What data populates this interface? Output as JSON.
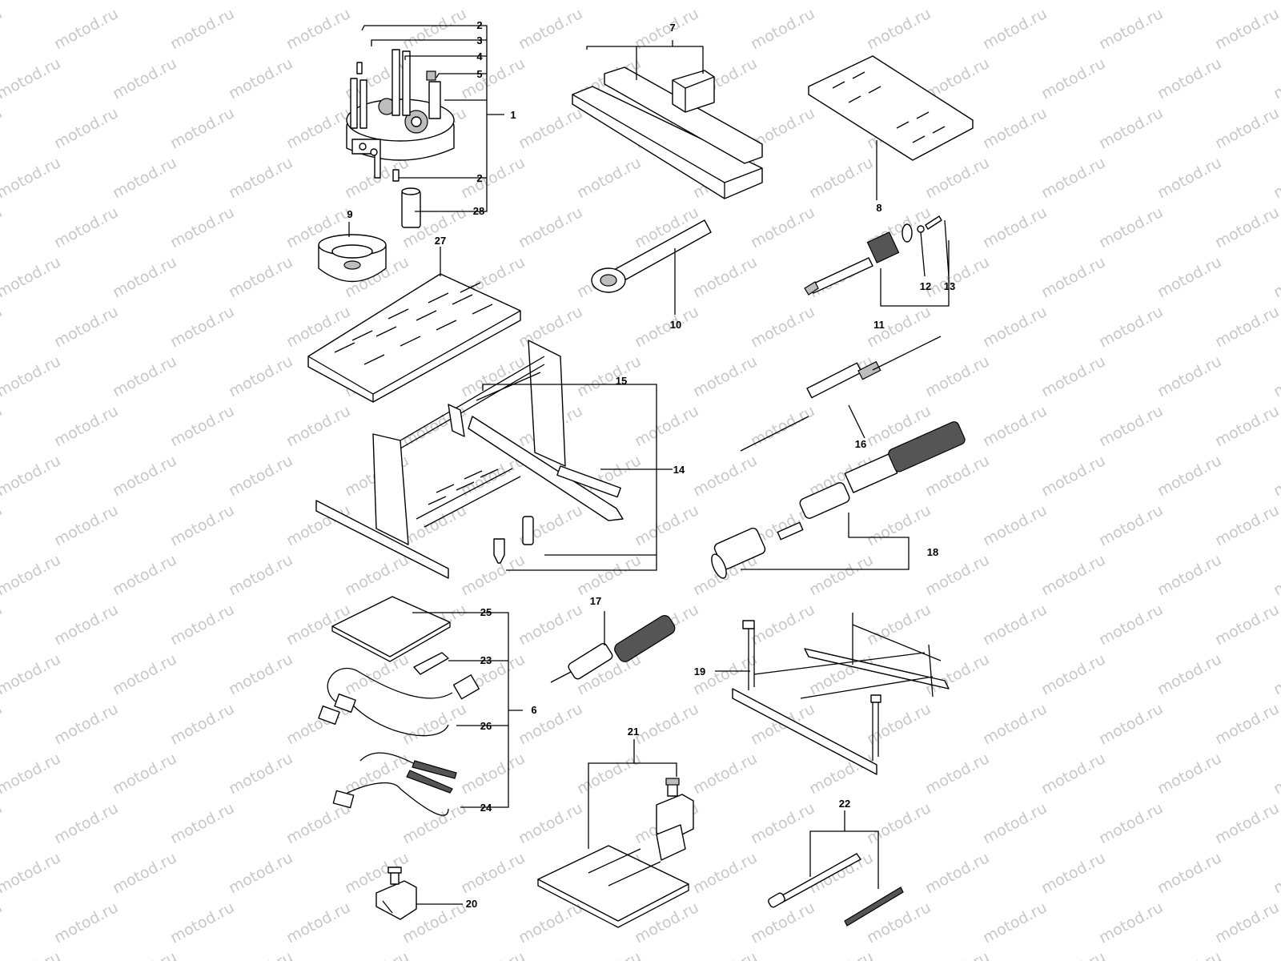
{
  "watermark": {
    "text": "motod.ru",
    "color": "#c8c8c8"
  },
  "labels": {
    "l1": "1",
    "l2a": "2",
    "l2b": "2",
    "l3": "3",
    "l4": "4",
    "l5": "5",
    "l6": "6",
    "l7": "7",
    "l8": "8",
    "l9": "9",
    "l10": "10",
    "l11": "11",
    "l12": "12",
    "l13": "13",
    "l14": "14",
    "l15": "15",
    "l16": "16",
    "l17": "17",
    "l18": "18",
    "l19": "19",
    "l20": "20",
    "l21": "21",
    "l22": "22",
    "l23": "23",
    "l24": "24",
    "l25": "25",
    "l26": "26",
    "l27": "27",
    "l28": "28"
  }
}
